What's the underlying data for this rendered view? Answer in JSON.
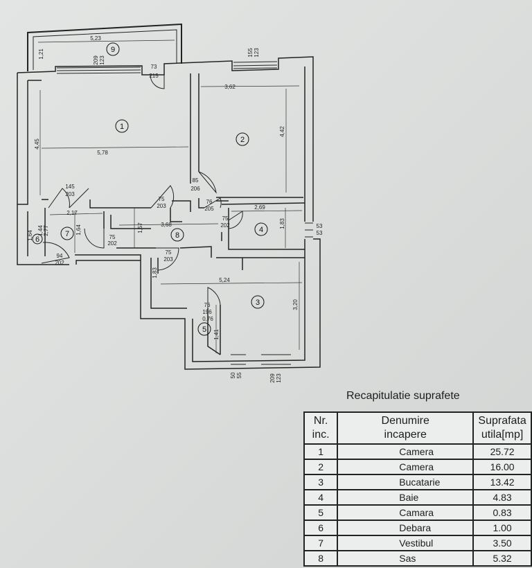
{
  "plan": {
    "room_numbers": [
      "1",
      "2",
      "3",
      "4",
      "5",
      "6",
      "7",
      "8",
      "9"
    ],
    "dimensions": {
      "balcony_width": "5,23",
      "balcony_depth": "1,21",
      "balcony_window_a": "209",
      "balcony_window_b": "123",
      "balcony_door_w": "73",
      "balcony_door_h": "215",
      "r2_window_a": "155",
      "r2_window_b": "123",
      "r1_width": "5,78",
      "r1_height": "4,45",
      "r2_width": "3,62",
      "r2_height": "4,42",
      "d_r2_w": "85",
      "d_r2_h": "206",
      "d_r1_w": "75",
      "d_r1_h": "203",
      "d_r4_w": "76",
      "d_r4_h": "205",
      "r4_width": "2,69",
      "r4_height": "1,83",
      "d_r4b_w": "75",
      "d_r4b_h": "202",
      "r8_width": "3,68",
      "r8_height": "1,57",
      "d_r7_w": "75",
      "d_r7_h": "202",
      "d_r3_w": "75",
      "d_r3_h": "203",
      "r7_width": "2,17",
      "r7_height": "1,64",
      "d_top7_w": "145",
      "d_top7_h": "203",
      "r6_a": "1,64",
      "r6_b": "1,44",
      "r6_c": "2,77",
      "entry_w": "94",
      "entry_h": "202",
      "ext_53a": "53",
      "ext_53b": "53",
      "r3_width": "5,24",
      "r3_height": "3,20",
      "r3_side": "1,83",
      "d_r5_w": "76",
      "d_r5_h": "196",
      "r5_width": "0,76",
      "r5_height": "1,41",
      "win_bottom_a": "50",
      "win_bottom_b": "55",
      "win_bottom_c": "209",
      "win_bottom_d": "123"
    }
  },
  "summary": {
    "title": "Recapitulatie suprafete",
    "headers": {
      "nr_line1": "Nr.",
      "nr_line2": "inc.",
      "name_line1": "Denumire",
      "name_line2": "incapere",
      "area_line1": "Suprafata",
      "area_line2": "utila[mp]"
    },
    "rows": [
      {
        "nr": "1",
        "name": "Camera",
        "area": "25.72"
      },
      {
        "nr": "2",
        "name": "Camera",
        "area": "16.00"
      },
      {
        "nr": "3",
        "name": "Bucatarie",
        "area": "13.42"
      },
      {
        "nr": "4",
        "name": "Baie",
        "area": "4.83"
      },
      {
        "nr": "5",
        "name": "Camara",
        "area": "0.83"
      },
      {
        "nr": "6",
        "name": "Debara",
        "area": "1.00"
      },
      {
        "nr": "7",
        "name": "Vestibul",
        "area": "3.50"
      },
      {
        "nr": "8",
        "name": "Sas",
        "area": "5.32"
      }
    ]
  }
}
